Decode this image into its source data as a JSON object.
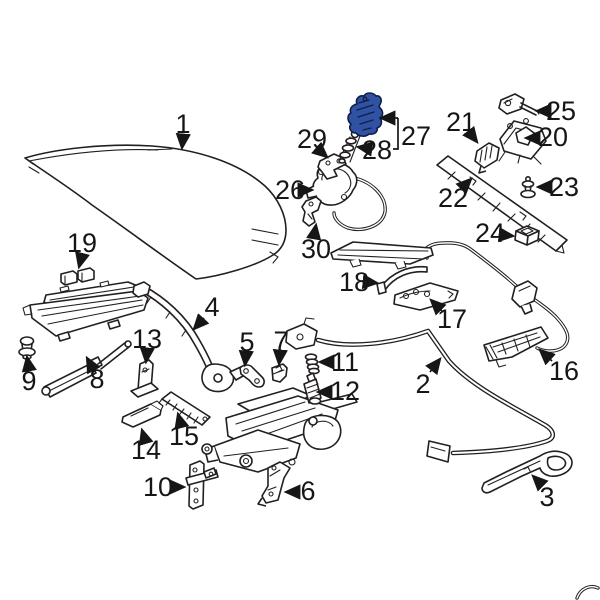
{
  "diagram": {
    "kind": "exploded-parts-diagram",
    "background": "#ffffff",
    "ink_color": "#231f20",
    "label_color": "#161616",
    "highlight_fill": "#2f52a3",
    "highlight_outline": "#101d4a",
    "highlighted_callout": "27",
    "callouts": {
      "1": {
        "label": "1"
      },
      "2": {
        "label": "2"
      },
      "3": {
        "label": "3"
      },
      "4": {
        "label": "4"
      },
      "5": {
        "label": "5"
      },
      "6": {
        "label": "6"
      },
      "7": {
        "label": "7"
      },
      "8": {
        "label": "8"
      },
      "9": {
        "label": "9"
      },
      "10": {
        "label": "10"
      },
      "11": {
        "label": "11"
      },
      "12": {
        "label": "12"
      },
      "13": {
        "label": "13"
      },
      "14": {
        "label": "14"
      },
      "15": {
        "label": "15"
      },
      "16": {
        "label": "16"
      },
      "17": {
        "label": "17"
      },
      "18": {
        "label": "18"
      },
      "19": {
        "label": "19"
      },
      "20": {
        "label": "20"
      },
      "21": {
        "label": "21"
      },
      "22": {
        "label": "22"
      },
      "23": {
        "label": "23"
      },
      "24": {
        "label": "24"
      },
      "25": {
        "label": "25"
      },
      "26": {
        "label": "26"
      },
      "27": {
        "label": "27"
      },
      "28": {
        "label": "28"
      },
      "29": {
        "label": "29"
      },
      "30": {
        "label": "30"
      }
    }
  }
}
